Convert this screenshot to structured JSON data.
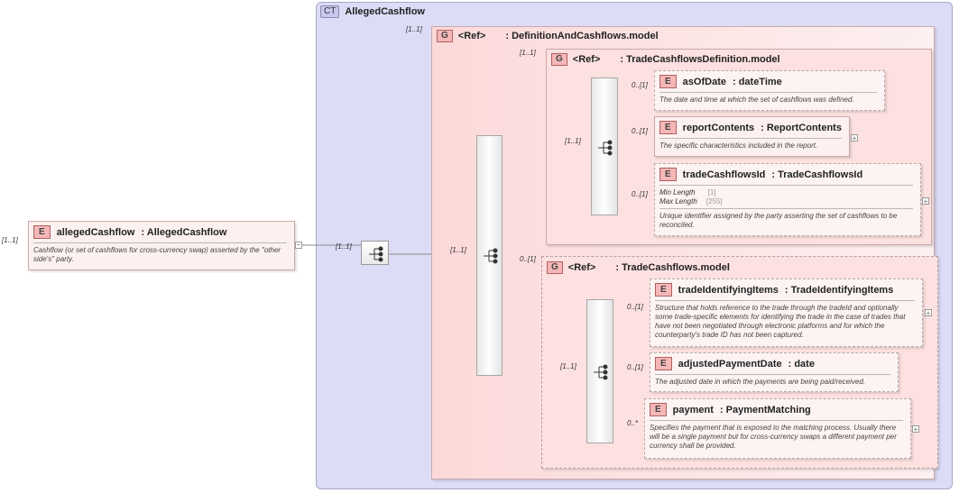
{
  "root": {
    "multiplicity": "[1..1]",
    "kind_badge": "E",
    "name": "allegedCashflow",
    "type": "AllegedCashflow",
    "description": "Cashflow (or set of cashflows for cross-currency swap) asserted by the \"other side's\" party."
  },
  "complex_type": {
    "badge": "CT",
    "name": "AllegedCashflow",
    "sequence_multiplicity": "[1..1]"
  },
  "definition_and_cashflows": {
    "multiplicity": "[1..1]",
    "badge": "G",
    "ref": "<Ref>",
    "name": ": DefinitionAndCashflows.model",
    "sequence_multiplicity": "[1..1]"
  },
  "trade_cashflows_definition": {
    "multiplicity": "[1..1]",
    "badge": "G",
    "ref": "<Ref>",
    "name": ": TradeCashflowsDefinition.model",
    "sequence_multiplicity": "[1..1]",
    "elements": [
      {
        "multiplicity": "0..[1]",
        "badge": "E",
        "name": "asOfDate",
        "type": ": dateTime",
        "description": "The date and time at which the set of cashflows was defined."
      },
      {
        "multiplicity": "0..[1]",
        "badge": "E",
        "name": "reportContents",
        "type": ": ReportContents",
        "description": "The specific characteristics included in the report."
      },
      {
        "multiplicity": "0..[1]",
        "badge": "E",
        "name": "tradeCashflowsId",
        "type": ": TradeCashflowsId",
        "facets": [
          {
            "label": "Min Length",
            "value": "[1]"
          },
          {
            "label": "Max Length",
            "value": "[255]"
          }
        ],
        "description": "Unique identifier assigned by the party asserting the set of cashflows to be reconciled."
      }
    ]
  },
  "trade_cashflows": {
    "multiplicity": "0..[1]",
    "badge": "G",
    "ref": "<Ref>",
    "name": ": TradeCashflows.model",
    "sequence_multiplicity": "[1..1]",
    "elements": [
      {
        "multiplicity": "0..[1]",
        "badge": "E",
        "name": "tradeIdentifyingItems",
        "type": ": TradeIdentifyingItems",
        "description": "Structure that holds reference to the trade through the tradeId and optionally some trade-specific elements for identifying the trade in the case of trades that have not been negotiated through electronic platforms and for which the counterparty's trade ID has not been captured."
      },
      {
        "multiplicity": "0..[1]",
        "badge": "E",
        "name": "adjustedPaymentDate",
        "type": ": date",
        "description": "The adjusted date in which the payments are being paid/received."
      },
      {
        "multiplicity": "0..*",
        "badge": "E",
        "name": "payment",
        "type": ": PaymentMatching",
        "description": "Specifies the payment that is exposed to the matching process. Usually there will be a single payment but for cross-currency swaps a different payment per currency shall be provided."
      }
    ]
  },
  "icons": {
    "sequence": "sequence-icon",
    "expand": "+",
    "collapse": "−"
  }
}
